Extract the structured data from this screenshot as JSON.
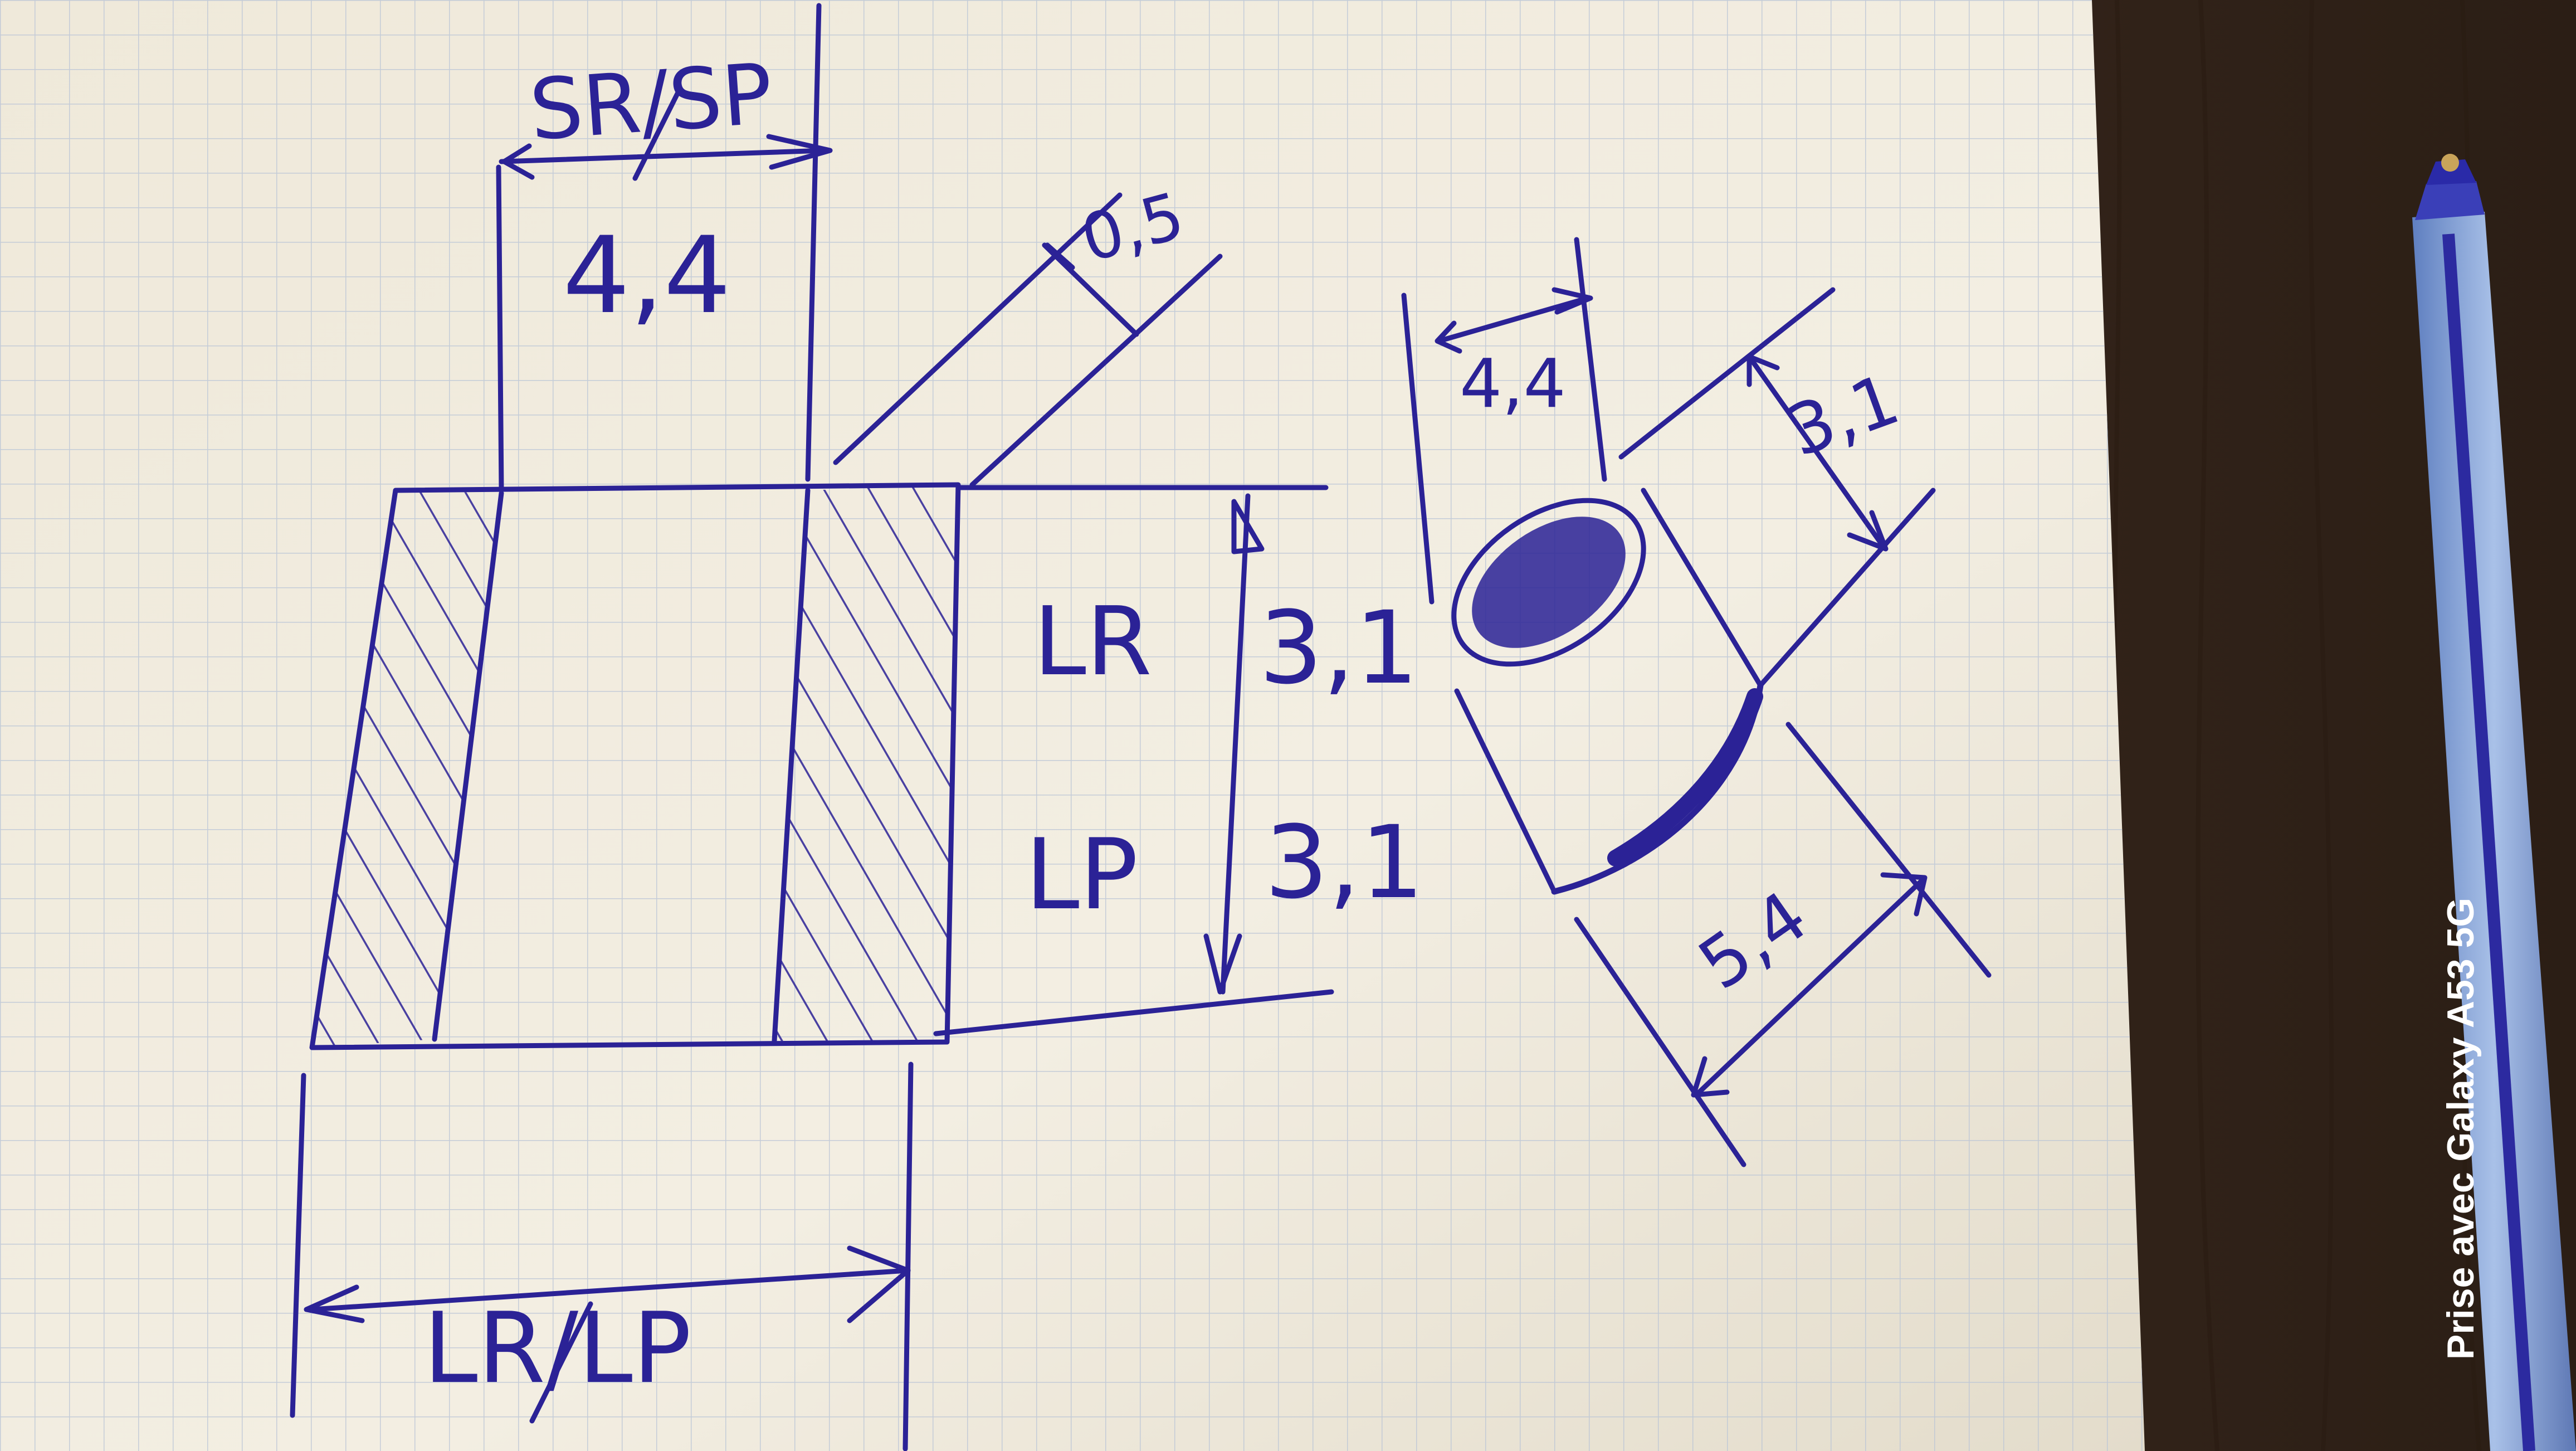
{
  "drawing": {
    "section_view": {
      "top_label": "SR/SP",
      "top_dimension": "4,4",
      "chamfer_dimension": "0,5",
      "row_1_label": "LR",
      "row_1_value": "3,1",
      "row_2_label": "LP",
      "row_2_value": "3,1",
      "bottom_label": "LR/LP"
    },
    "cylinder_sketch": {
      "diameter_dimension": "4,4",
      "side_dimension": "3,1",
      "length_dimension": "5,4"
    }
  },
  "watermark": {
    "text": "Prise avec Galaxy A53 5G"
  },
  "colors": {
    "ink": "#2b2296",
    "paper": "#f1ecdf",
    "grid": "#b9c4d6",
    "wood": "#3b2a1f",
    "pen_body": "#8aa6d6",
    "pen_cap": "#2a2aa8"
  }
}
